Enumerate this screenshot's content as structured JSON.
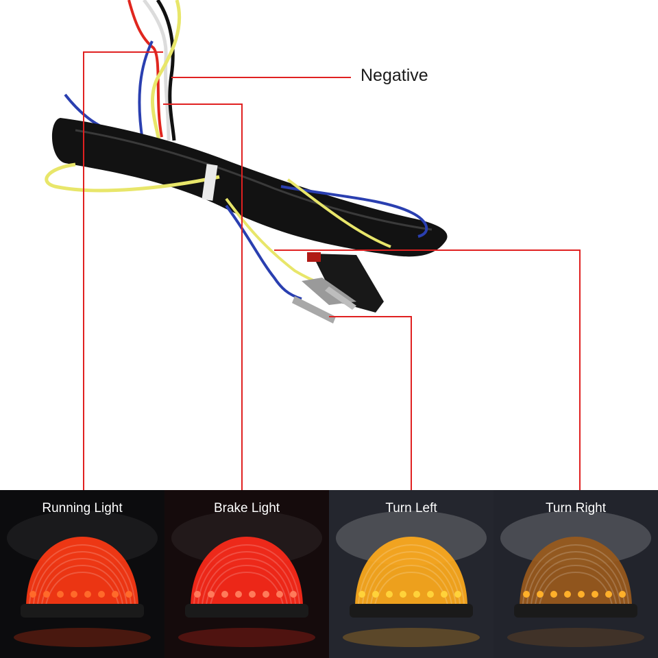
{
  "labels": {
    "negative": "Negative"
  },
  "panels": [
    {
      "title": "Running Light",
      "glow": "#ff3a14",
      "led": "#ff6a2a",
      "bg": "#0c0c0e"
    },
    {
      "title": "Brake Light",
      "glow": "#ff2a1a",
      "led": "#ff7a5a",
      "bg": "#150b0c"
    },
    {
      "title": "Turn Left",
      "glow": "#ffaa1c",
      "led": "#ffd23a",
      "bg": "#24262e"
    },
    {
      "title": "Turn Right",
      "glow": "#9a5a1c",
      "led": "#ffb02a",
      "bg": "#22242c"
    }
  ],
  "colors": {
    "leader": "#e02020",
    "wire_red": "#e0261e",
    "wire_white": "#f2f2f2",
    "wire_black": "#111111",
    "wire_yellow": "#e8e66a",
    "wire_blue": "#2a3fb0",
    "sleeve": "#121212"
  }
}
